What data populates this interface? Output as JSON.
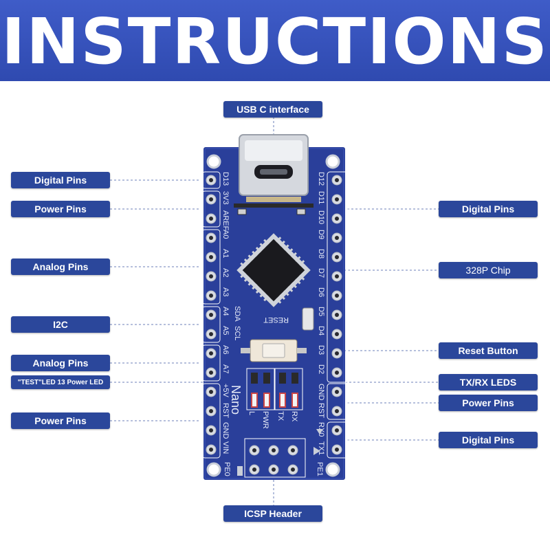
{
  "banner": {
    "title": "INSTRUCTIONS"
  },
  "labels": {
    "usb": "USB C interface",
    "digital_left": "Digital Pins",
    "power_left_top": "Power Pins",
    "analog_left": "Analog Pins",
    "i2c": "I2C",
    "analog_left_2": "Analog Pins",
    "test_led": "\"TEST\"LED 13 Power LED",
    "power_left_bottom": "Power Pins",
    "digital_right": "Digital Pins",
    "chip": "328P Chip",
    "reset": "Reset Button",
    "txrx": "TX/RX LEDS",
    "power_right": "Power Pins",
    "digital_right_2": "Digital Pins",
    "icsp": "ICSP Header"
  },
  "board": {
    "left_pins": [
      "D13",
      "3V3",
      "AREF",
      "A0",
      "A1",
      "A2",
      "A3",
      "A4",
      "A5",
      "A6",
      "A7",
      "+5V",
      "RST",
      "GND",
      "VIN"
    ],
    "right_pins": [
      "D12",
      "D11",
      "D10",
      "D9",
      "D8",
      "D7",
      "D6",
      "D5",
      "D4",
      "D3",
      "D2",
      "GND",
      "RST",
      "RX0",
      "TX1"
    ],
    "nano": "Nano",
    "reset_text": "RESET",
    "sda": "SDA",
    "scl": "SCL",
    "led_l": "L",
    "led_pwr": "PWR",
    "led_tx": "TX",
    "led_rx": "RX",
    "pe0": "PE0",
    "pe1": "PE1"
  },
  "colors": {
    "label_bg": "#2b479b",
    "banner": "#3a56c0",
    "pcb": "#2a3f9a"
  }
}
